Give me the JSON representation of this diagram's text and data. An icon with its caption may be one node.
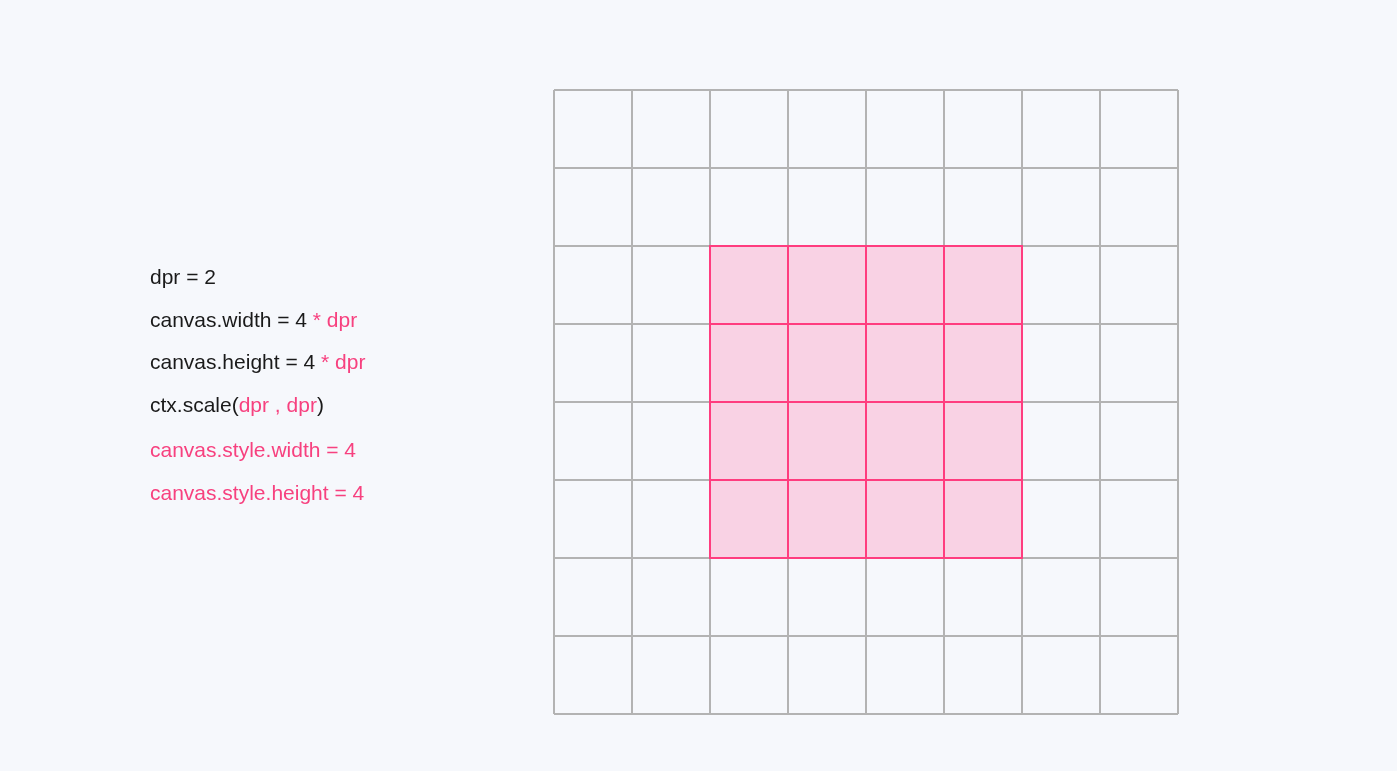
{
  "diagram": {
    "labels": [
      "dpr = 2",
      "canvas.width = 4 * dpr",
      "canvas.height = 4 * dpr",
      "ctx.scale(dpr , dpr)",
      "canvas.style.width = 4",
      "canvas.style.height = 4"
    ]
  }
}
